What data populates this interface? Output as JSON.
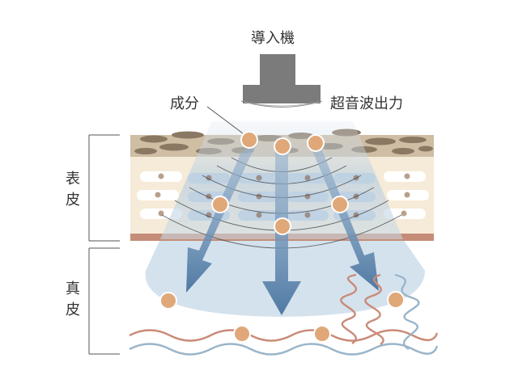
{
  "labels": {
    "device": "導入機",
    "ingredient": "成分",
    "ultrasound": "超音波出力",
    "epidermis": [
      "表",
      "皮"
    ],
    "dermis": [
      "真",
      "皮"
    ]
  },
  "colors": {
    "device_gray": "#7a7a7a",
    "horny_layer": "#cdbba2",
    "horny_cells": "#8a7760",
    "epidermis": "#f5ead7",
    "basal_line": "#c48c78",
    "beam": "#a8c4dc",
    "arrow": "#557ea8",
    "ingredient_dot": "#e0a878",
    "red_fiber": "#c98b78",
    "blue_fiber": "#98b4c8"
  }
}
